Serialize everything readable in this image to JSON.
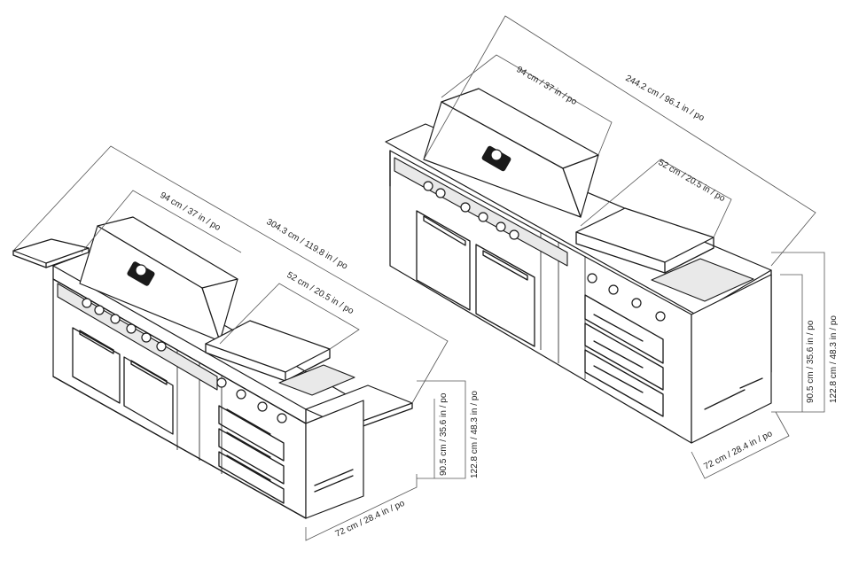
{
  "left_unit": {
    "total_width": "304.3 cm / 119.8 in / po",
    "grill_width": "94 cm / 37 in / po",
    "griddle_width": "52 cm / 20.5 in / po",
    "counter_height": "90.5 cm / 35.6 in / po",
    "total_height": "122.8 cm / 48.3 in / po",
    "depth": "72 cm / 28.4 in / po"
  },
  "right_unit": {
    "total_width": "244.2 cm / 96.1 in / po",
    "grill_width": "94 cm / 37 in / po",
    "griddle_width": "52 cm / 20.5 in / po",
    "counter_height": "90.5 cm / 35.6 in / po",
    "total_height": "122.8 cm / 48.3 in / po",
    "depth": "72 cm / 28.4 in / po"
  }
}
